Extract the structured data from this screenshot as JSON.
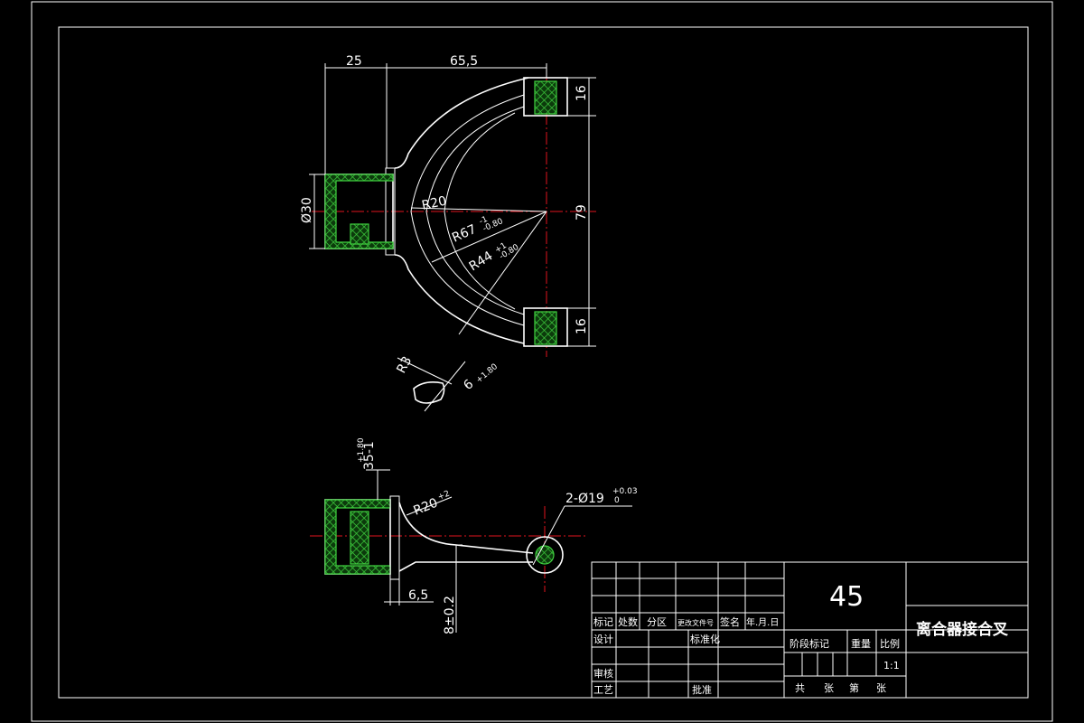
{
  "dimensions": {
    "d25": "25",
    "d65_5": "65,5",
    "d16_top": "16",
    "d79": "79",
    "d16_bottom": "16",
    "dia30": "Ø30",
    "r20": "R20",
    "r67": "R67",
    "r67_tol_upper": "-1",
    "r67_tol_lower": "-0.80",
    "r44": "R44",
    "r44_tol_upper": "+1",
    "r44_tol_lower": "-0.80",
    "r3": "R3",
    "w6": "6",
    "w6_tol": "+1.80",
    "h35": "35-1",
    "h35_tol": "+1.80",
    "r20_side": "R20",
    "r20_side_tol": "+2",
    "holes": "2-Ø19",
    "holes_tol_upper": "+0.03",
    "holes_tol_lower": "0",
    "d6_5": "6,5",
    "d8": "8±0.2"
  },
  "title_block": {
    "material": "45",
    "part_name": "离合器接合叉",
    "row_labels": {
      "mark": "标记",
      "count": "处数",
      "zone": "分区",
      "change_doc": "更改文件号",
      "signature": "签名",
      "date": "年.月.日",
      "design": "设计",
      "standardize": "标准化",
      "review": "审核",
      "process": "工艺",
      "approve": "批准"
    },
    "stage_mark": "阶段标记",
    "weight": "重量",
    "scale_label": "比例",
    "scale_value": "1:1",
    "sheets_total": "共",
    "sheet_unit": "张",
    "sheet_num": "第",
    "sheet_unit2": "张"
  }
}
